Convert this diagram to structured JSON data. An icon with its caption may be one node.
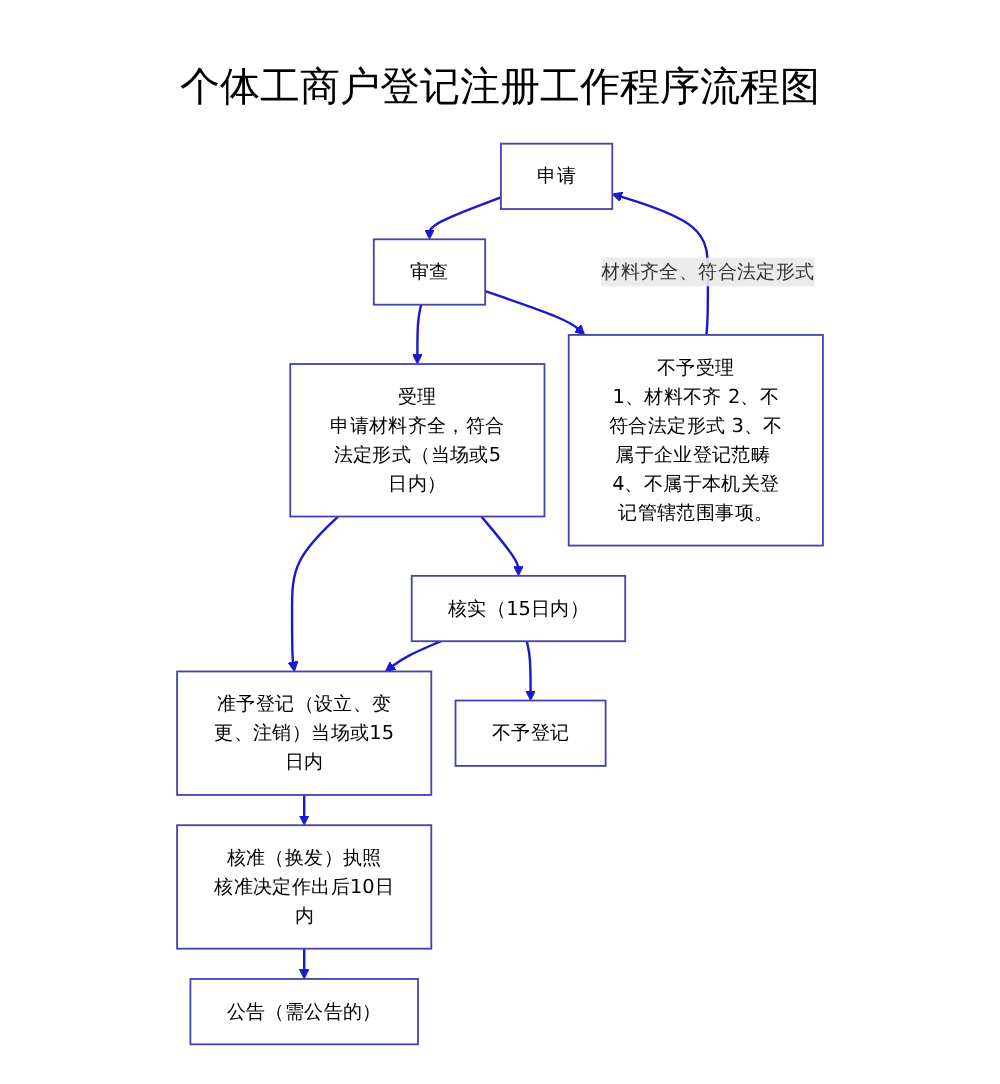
{
  "diagram": {
    "title": "个体工商户登记注册工作程序流程图",
    "nodes": [
      {
        "text": [
          "申请"
        ]
      },
      {
        "text": [
          "审查"
        ]
      },
      {
        "text": [
          "受理",
          "申请材料齐全，符合法定形式（当场或5日内）"
        ]
      },
      {
        "text": [
          "核实（15日内）"
        ]
      },
      {
        "text": [
          "准予登记（设立、变更、注销）当场或15日内"
        ]
      },
      {
        "text": [
          "核准（换发）执照",
          "核准决定作出后10日内"
        ]
      },
      {
        "text": [
          "公告（需公告的）"
        ]
      },
      {
        "text": [
          "不予受理",
          "1、材料不齐 2、不符合法定形式 3、不属于企业登记范畴 4、不属于本机关登记管辖范围事项。"
        ]
      },
      {
        "text": [
          "不予登记"
        ]
      }
    ],
    "edges": [
      {
        "from": 0,
        "to": 1,
        "arrow": "to"
      },
      {
        "from": 1,
        "to": 2,
        "arrow": "to"
      },
      {
        "from": 1,
        "to": 7,
        "arrow": "to"
      },
      {
        "from": 2,
        "to": 4,
        "arrow": "to"
      },
      {
        "from": 2,
        "to": 3,
        "arrow": "to"
      },
      {
        "from": 3,
        "to": 4,
        "arrow": "to"
      },
      {
        "from": 3,
        "to": 8,
        "arrow": "to"
      },
      {
        "from": 4,
        "to": 5,
        "arrow": "to"
      },
      {
        "from": 5,
        "to": 6,
        "arrow": "to"
      },
      {
        "from": 7,
        "to": 0,
        "arrow": "to",
        "label": "材料齐全、符合法定形式"
      }
    ]
  }
}
